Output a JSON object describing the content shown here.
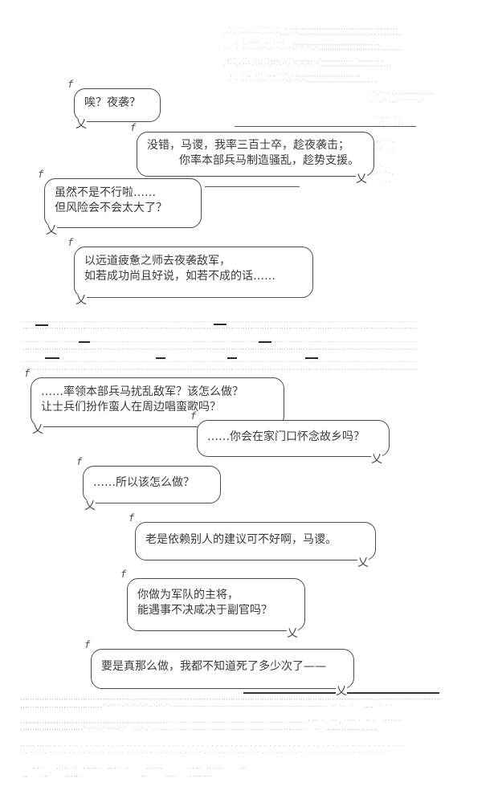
{
  "page": {
    "background": "#ffffff",
    "ink": "#3b3b3b",
    "frame": "#4d4d4d",
    "faint": "#9a9a9a"
  },
  "glyphs": {
    "corner": "f",
    "tail": "乂"
  },
  "dialogue": {
    "b1": {
      "l1": "唉？夜袭？"
    },
    "b2": {
      "l1": "没错，马谡，我率三百士卒，趁夜袭击；",
      "l2": "你率本部兵马制造骚乱，趁势支援。"
    },
    "b3": {
      "l1": "虽然不是不行啦……",
      "l2": "但风险会不会太大了？"
    },
    "b4": {
      "l1": "以远道疲惫之师去夜袭敌军，",
      "l2": "如若成功尚且好说，如若不成的话……"
    },
    "b5": {
      "l1": "……率领本部兵马扰乱敌军？该怎么做？",
      "l2": "让士兵们扮作蛮人在周边唱蛮歌吗？"
    },
    "b6": {
      "l1": "……你会在家门口怀念故乡吗？"
    },
    "b7": {
      "l1": "……所以该怎么做？"
    },
    "b8": {
      "l1": "老是依赖别人的建议可不好啊，马谡。"
    },
    "b9": {
      "l1": "你做为军队的主将，",
      "l2": "能遇事不决咸决于副官吗？"
    },
    "b10": {
      "l1": "要是真那么做，我都不知道死了多少次了——"
    }
  },
  "ascii_art": {
    "top": "  -'  '--    ''-''--''  ''  ,,,,,,,,,,,,,,,,,,,,,,,,,,,,,,,,,,,,,,,,,,,,,,,,,,,,\n-' ''' -''''-''''--''''-'',,,,'-'',,,,,,,,,,,,,,,,,,,,,,,,,,,,,,,,,,,,,,,,,,,,,,,,\n\n     --  '- '''''  ''- '''''    ,,,,,,,,,,,,,,,,,,,,,,,,,,,,,,,,,,,,,,,,\n-'--  '  '-''---''''--'-''--'-''-'-''-'',,'',,,,,,,,,,,,,,,,,,,,,,,,,,,,,,,,,,,,,,\n\n -,''   -'',  '-,,  ',,,,,  ,''',,,,,,,,,  ,',,,,,,,,,,,,,,  ',,,,,,,,,,,,\n,''''','-''''-'-''-''-''-'-''-'-''-''-'',,'',,,,,,,,,,,,,,,,,,,,,,,,,,,,,,,,,\n\n   ,-'   '-,,  ,''  ,,,,  '-'' ,,,,,,,,,,,,,,,,,,,,,,,,,,,,,,,,\n '-' ''--''-'-'-''-'-''-''-''-'-'''-'',,,,,,,,,,,,,,,,,,,,,,,,,,,,,,,,,",
    "right": "-'',''--,,,',,,,,,,,,,,,,,,,,,\n ,'-,,''-,,,,''''''''',,'\n\n  -- ,,--. ,'-\n '- ',,'', ,,'--'\n\n   ,,-   ',,\n  '-,'   '-,\n\n    ',\n  ,-'  '--,\n   ..  ..,",
    "mid": "...............................................................................................................................................................................\n,,,,,,,,,,,,,,,,,,,,,,,,,,,,,,,,,,,,,,,,,,,,,,,,,,,,,,,,,,,,,,,,,,,,,,,,,,,,,,,,,,,,,,,,,,,,,,,,,,,,,,,,,,,,,,,,,,,,,,,,,,,,,,,,,,,,,,,,,,,,,,,,,,,,,,,,,,,,,,,,,,,,,,,,,,,,,,,\n\n...............................................................................................................................................................................\n,,,,,,,,,,,,,,,,,,,,,,,,,,,,,,,,,,,,,,,,,,,,,,,,,,,,,,,,,,,,,,,,,,,,,,,,,,,,,,,,,,,,,,,,,,,,,,,,,,,,,,,,,,,,,,,,,,,,,,,,,,,,,,,,,,,,,,,,,,,,,,,,,,,,,,,,,,,,,,,,,,,,,,,,,,,,,,,\n\n...............................................................................................................................................................................\n,,,,,,,,,,,,,,,,,,,,,,,,,,,,,,,,,,,,,,,,,,,,,,,,,,,,,,,,,,,,,,,,,,,,,,,,,,,,,,,,,,,,,,,,,,,,,,,,,,,,,,,,,,,,,,,,,,,,,,,,,,,,,,,,,,,,,,,,,,,,,,,,,,,,,,,,,,,,,,,,,,,,,,,,,,,,,,,",
    "bottom": ",,,,,,,,,,,,,,,,,,,,,,,,,,,,,,,,,,,,,,,,,,,,,,,,,,,,,,,,,,,,,,,,,,,,,,,,,,,,,,,,,,,,,,,,,,,,,,,,,,,,,,,,,,,,,,,,,,,,,,,,,,,,,,,,,,,,,,,,,,,,,,,,,,,,,,,,,,,,,,,,,,,,,,,,,,,,,,,,,,,,\n,,,,,,,,,,,,,,,,,,,,,,,,,,,,,,,,,,''-''-''-''-''-'-''--'-''-''-----------------------------------------------------------------  -' '-   '    ,,,,  '' ' '\n\n,,,,,,,,,,,,,,,,,,,,,,,,,,,,,,,,,,,,,,,,,,,,,,,,,,,,,,,,,,,,.......................................................... ' ''  '  ''' , ''''' '  '' '   '''''''\n,,,,,,,,,,,,,,,,,,,,,,,,,,''-''-'-''-'-'-'-'  '-,,'-,'........................................................,,.......   ,-  ,,,,,,,,,,,,,,,,,,,,,,\n\n.. ... ... .. . . . . .. . . . .. . . . . . .. . . . . . . . . . . . . . . . . . . . . . . . . . . . . . . . . . . . . . . . . . . . . . .. . . . . . . . .. ..\n. . - . . . - . . . . - . . . . . . . . . . . . . . . - . . . . . . . . . - . . . . . . . . . . . - . . . . . . . . - . . . . . . . . . . - . . . . . .\n\n     ,.,.      ,',.,  ..  ,.,.,,..  ,,.,.  ..       ,.,,..,          ,.,.,.  ,,.,.,.       ,.,\n ,,      .,.       ,.,,,.                         ,,        .,.,      ,.,,,.,.,"
  }
}
